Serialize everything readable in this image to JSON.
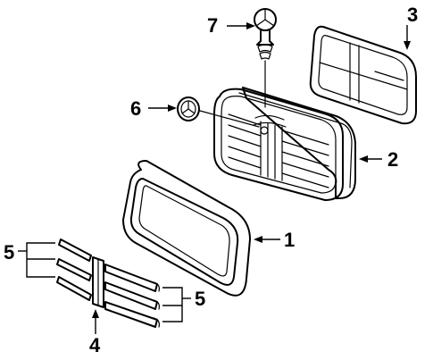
{
  "diagram": {
    "callouts": [
      {
        "id": "1",
        "part": "grille-shell"
      },
      {
        "id": "2",
        "part": "grille-frame-seal"
      },
      {
        "id": "3",
        "part": "headlamp-frame"
      },
      {
        "id": "4",
        "part": "moulding-clip"
      },
      {
        "id": "5",
        "part": "mouldings"
      },
      {
        "id": "6",
        "part": "emblem"
      },
      {
        "id": "7",
        "part": "hood-star-ornament"
      }
    ],
    "colors": {
      "line": "#000000",
      "background": "#ffffff"
    }
  }
}
